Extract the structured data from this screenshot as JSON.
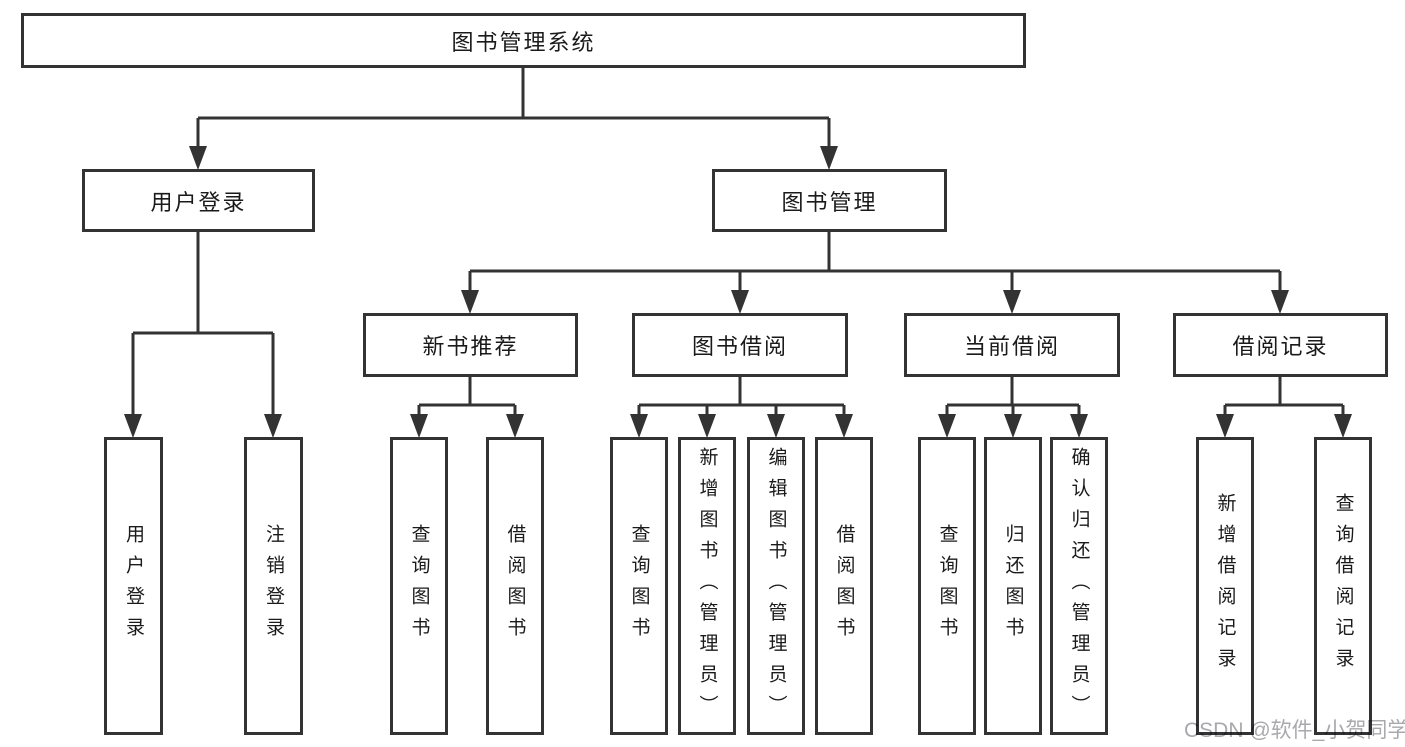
{
  "diagram": {
    "root": {
      "label": "图书管理系统"
    },
    "branches": [
      {
        "label": "用户登录",
        "leaves": [
          {
            "label": "用户登录"
          },
          {
            "label": "注销登录"
          }
        ]
      },
      {
        "label": "图书管理",
        "groups": [
          {
            "label": "新书推荐",
            "leaves": [
              {
                "label": "查询图书"
              },
              {
                "label": "借阅图书"
              }
            ]
          },
          {
            "label": "图书借阅",
            "leaves": [
              {
                "label": "查询图书"
              },
              {
                "label": "新增图书（管理员）"
              },
              {
                "label": "编辑图书（管理员）"
              },
              {
                "label": "借阅图书"
              }
            ]
          },
          {
            "label": "当前借阅",
            "leaves": [
              {
                "label": "查询图书"
              },
              {
                "label": "归还图书"
              },
              {
                "label": "确认归还（管理员）"
              }
            ]
          },
          {
            "label": "借阅记录",
            "leaves": [
              {
                "label": "新增借阅记录"
              },
              {
                "label": "查询借阅记录"
              }
            ]
          }
        ]
      }
    ]
  },
  "watermark": {
    "text": "CSDN @软件_小贺同学"
  },
  "colors": {
    "line": "#333333",
    "box_border": "#333333",
    "box_fill": "#ffffff",
    "text": "#1a1a1a",
    "watermark": "#a9a9ad"
  }
}
